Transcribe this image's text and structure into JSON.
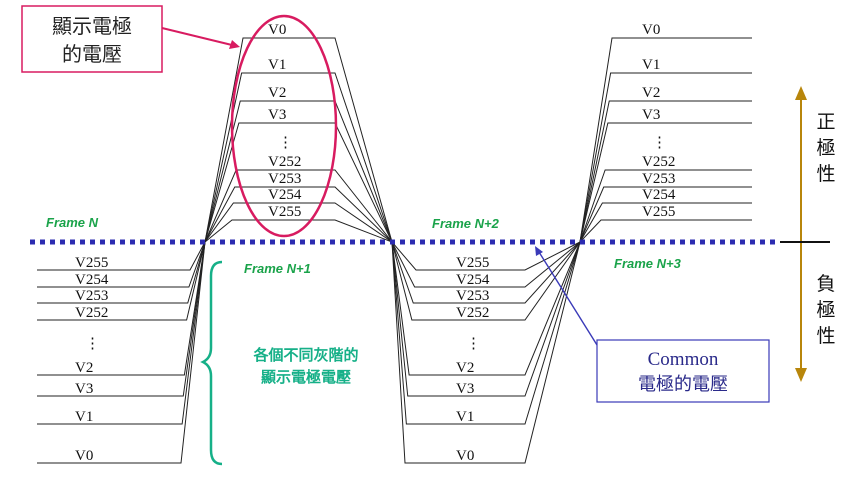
{
  "positive_levels": [
    "V0",
    "V1",
    "V2",
    "V3",
    "⋮",
    "V252",
    "V253",
    "V254",
    "V255"
  ],
  "negative_levels": [
    "V255",
    "V254",
    "V253",
    "V252",
    "⋮",
    "V2",
    "V3",
    "V1",
    "V0"
  ],
  "frames": [
    "Frame N",
    "Frame N+1",
    "Frame N+2",
    "Frame N+3"
  ],
  "callout_pixel": {
    "line1": "顯示電極",
    "line2": "的電壓"
  },
  "callout_gray": {
    "line1": "各個不同灰階的",
    "line2": "顯示電極電壓"
  },
  "callout_common": {
    "line1": "Common",
    "line2": "電極的電壓"
  },
  "polarity_positive": [
    "正",
    "極",
    "性"
  ],
  "polarity_negative": [
    "負",
    "極",
    "性"
  ],
  "colors": {
    "pink": "#d81b60",
    "green": "#16b088",
    "blue": "#3a3ab8",
    "arrow": "#b8860b",
    "frame_label": "#1aa34a",
    "dotted_line": "#2b2bb0"
  }
}
